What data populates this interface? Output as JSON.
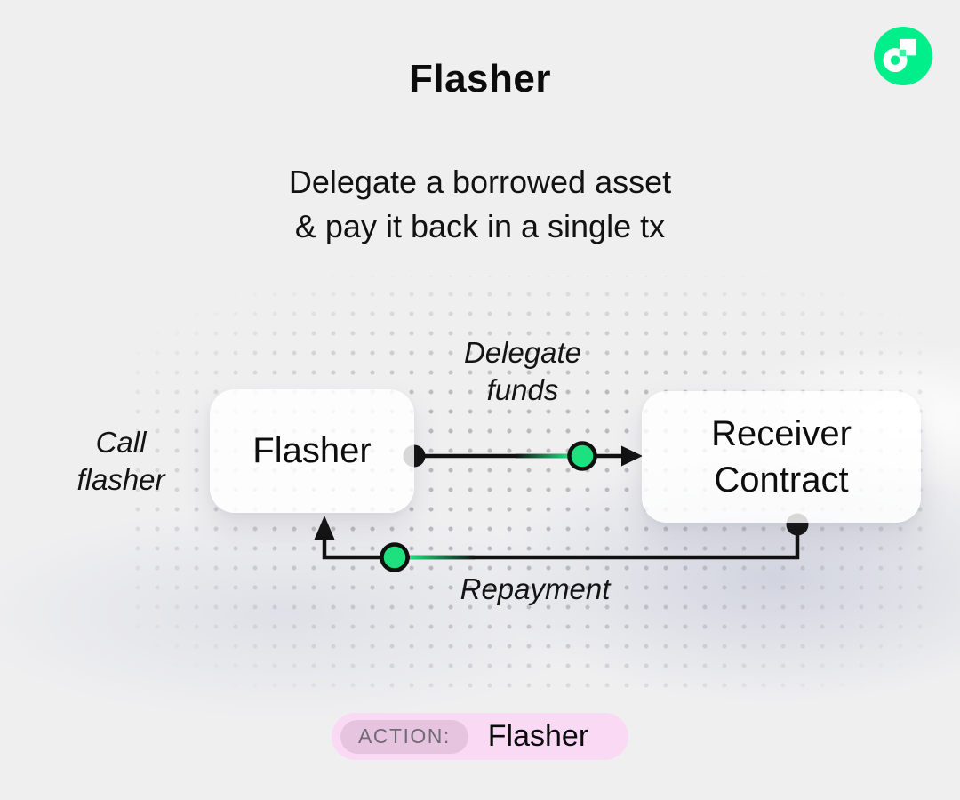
{
  "page": {
    "background_color": "#efeff0",
    "dot_color": "#b9b9bf"
  },
  "header": {
    "title": "Flasher",
    "subtitle": [
      "Delegate a borrowed asset",
      "& pay it back in a single tx"
    ]
  },
  "logo": {
    "name": "flow-logo",
    "circle_color": "#00ef8b",
    "glyph_color": "#ffffff",
    "notch_color": "#3df2a1"
  },
  "diagram": {
    "accent_green": "#1fe07f",
    "line_color": "#111111",
    "nodes": {
      "flasher": {
        "label": "Flasher"
      },
      "receiver": {
        "label": [
          "Receiver",
          "Contract"
        ]
      }
    },
    "labels": {
      "call_flasher": [
        "Call",
        "flasher"
      ],
      "delegate_funds": [
        "Delegate",
        "funds"
      ],
      "repayment": "Repayment"
    }
  },
  "footer": {
    "action_label": "ACTION:",
    "action_value": "Flasher",
    "pill_color": "#f9d9f4",
    "chip_color": "#e6c4df",
    "chip_text_color": "#6f6a74"
  }
}
